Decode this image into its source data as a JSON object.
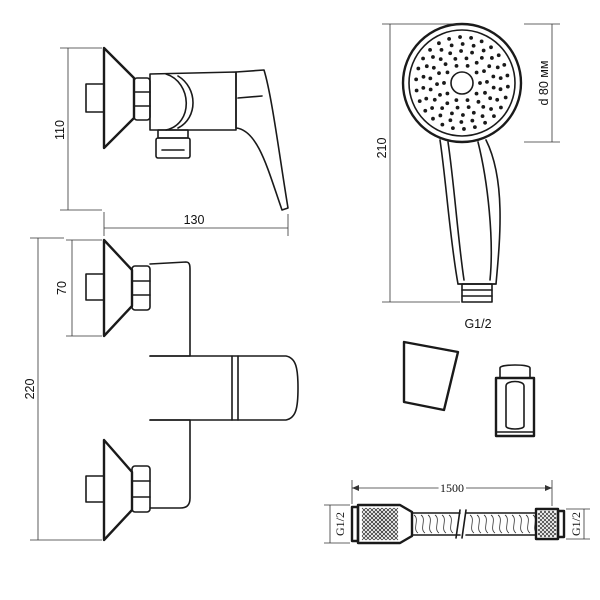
{
  "dimensions": {
    "side_height": "110",
    "side_width": "130",
    "front_inlet": "70",
    "front_height": "220",
    "shower_length": "210",
    "shower_diameter": "d 80 мм",
    "shower_thread": "G1/2",
    "hose_length": "1500",
    "hose_thread_left": "G1/2",
    "hose_thread_right": "G1/2"
  }
}
